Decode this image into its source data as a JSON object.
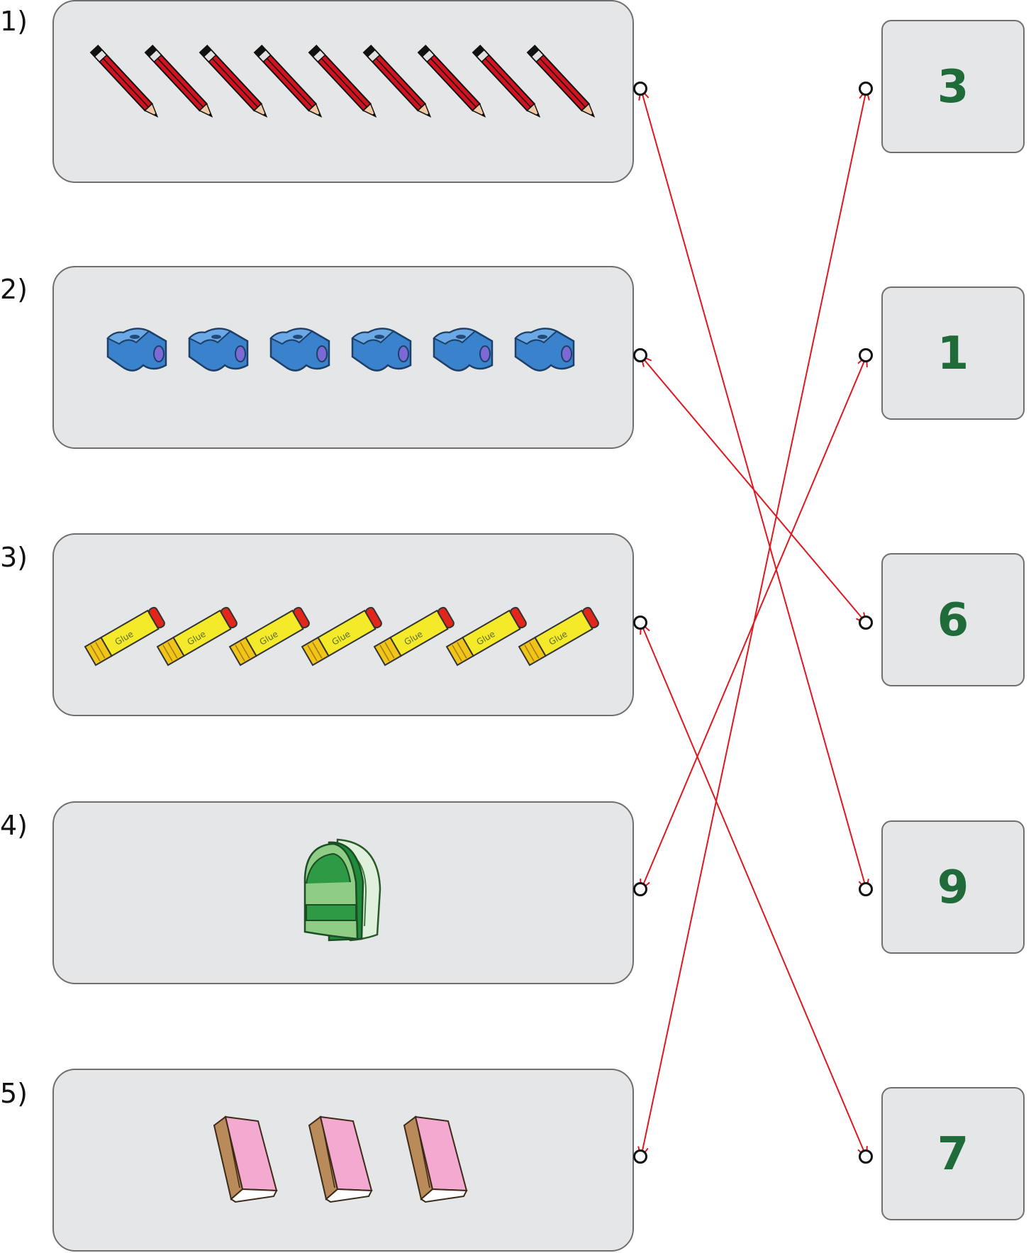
{
  "left_items": [
    {
      "label": "1)",
      "item": "pencil",
      "count": 9
    },
    {
      "label": "2)",
      "item": "sharpener",
      "count": 6
    },
    {
      "label": "3)",
      "item": "glue-stick",
      "count": 7,
      "stick_text": "Glue"
    },
    {
      "label": "4)",
      "item": "backpack",
      "count": 1
    },
    {
      "label": "5)",
      "item": "book",
      "count": 3
    }
  ],
  "right_items": [
    {
      "value": "3"
    },
    {
      "value": "1"
    },
    {
      "value": "6"
    },
    {
      "value": "9"
    },
    {
      "value": "7"
    }
  ],
  "connections": [
    [
      0,
      3
    ],
    [
      1,
      2
    ],
    [
      2,
      4
    ],
    [
      3,
      1
    ],
    [
      4,
      0
    ]
  ],
  "colors": {
    "line": "#e0171f",
    "number": "#1f6b3a",
    "box": "#e5e6e8"
  }
}
